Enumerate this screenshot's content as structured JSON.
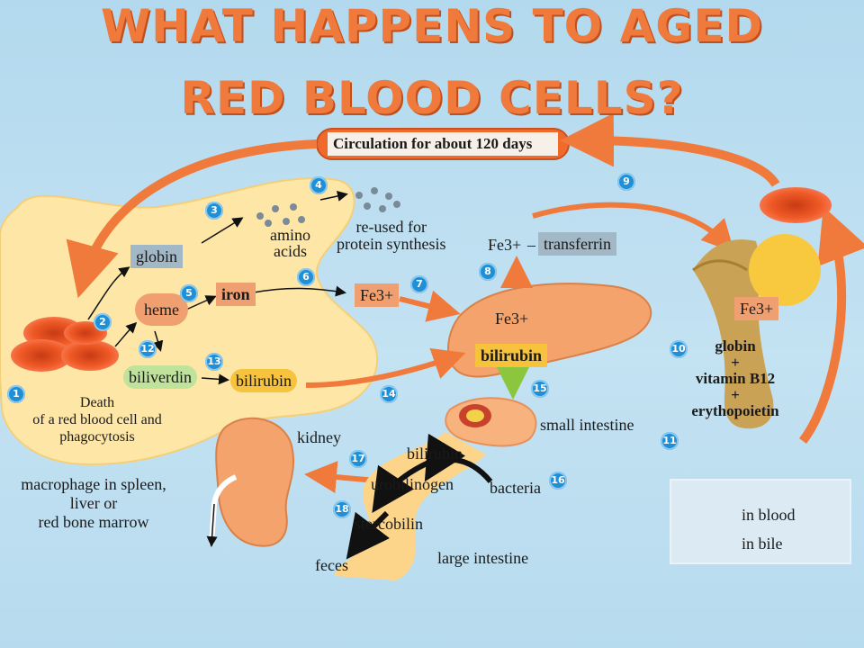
{
  "title": {
    "line1": "WHAT HAPPENS TO AGED",
    "line2": "RED BLOOD CELLS?"
  },
  "colors": {
    "orange_arrow": "#f07a3c",
    "green_arrow": "#8cc63f",
    "number_badge": "#1f8fd6",
    "background": "#b9dcef",
    "cell_body": "#fde6a6"
  },
  "labels": {
    "circulation": "Circulation for about 120 days",
    "globin": "globin",
    "amino_acids": "amino\nacids",
    "reused": "re-used for\nprotein synthesis",
    "heme": "heme",
    "iron": "iron",
    "fe3_cell": "Fe3+",
    "biliverdin": "biliverdin",
    "bilirubin_cell": "bilirubin",
    "death": "Death\nof a red blood cell and\nphagocytosis",
    "macrophage": "macrophage in spleen,\nliver or\nred bone marrow",
    "fe3_transferrin_a": "Fe3+",
    "transferrin": "transferrin",
    "fe3_liver": "Fe3+",
    "bilirubin_liver": "bilirubin",
    "small_intestine": "small intestine",
    "kidney": "kidney",
    "bilirubin_intestine": "bilirubin",
    "urobilinogen": "urobilinogen",
    "bacteria": "bacteria",
    "stercobilin": "stercobilin",
    "feces": "feces",
    "large_intestine": "large intestine",
    "fe3_bone": "Fe3+",
    "bone_list": "globin\n+\nvitamin B12\n+\nerythopoietin"
  },
  "numbers": [
    "1",
    "2",
    "3",
    "4",
    "5",
    "6",
    "7",
    "8",
    "9",
    "10",
    "11",
    "12",
    "13",
    "14",
    "15",
    "16",
    "17",
    "18"
  ],
  "legend": {
    "in_blood": "in blood",
    "in_bile": "in bile"
  }
}
